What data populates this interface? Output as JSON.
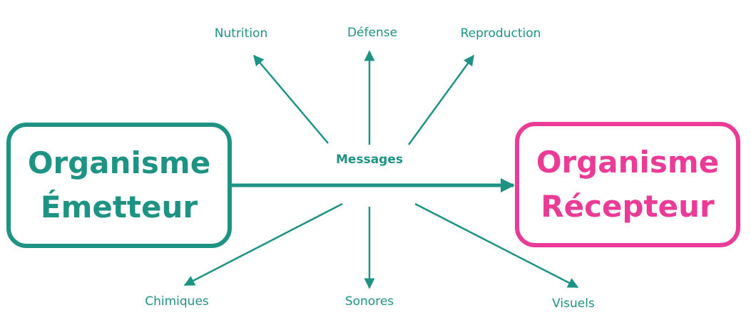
{
  "colors": {
    "teal": "#1e9384",
    "pink": "#ea3b97"
  },
  "emitter": {
    "line1": "Organisme",
    "line2": "Émetteur"
  },
  "receiver": {
    "line1": "Organisme",
    "line2": "Récepteur"
  },
  "center_label": "Messages",
  "functions": {
    "nutrition": "Nutrition",
    "defense": "Défense",
    "reproduction": "Reproduction"
  },
  "types": {
    "chimiques": "Chimiques",
    "sonores": "Sonores",
    "visuels": "Visuels"
  }
}
